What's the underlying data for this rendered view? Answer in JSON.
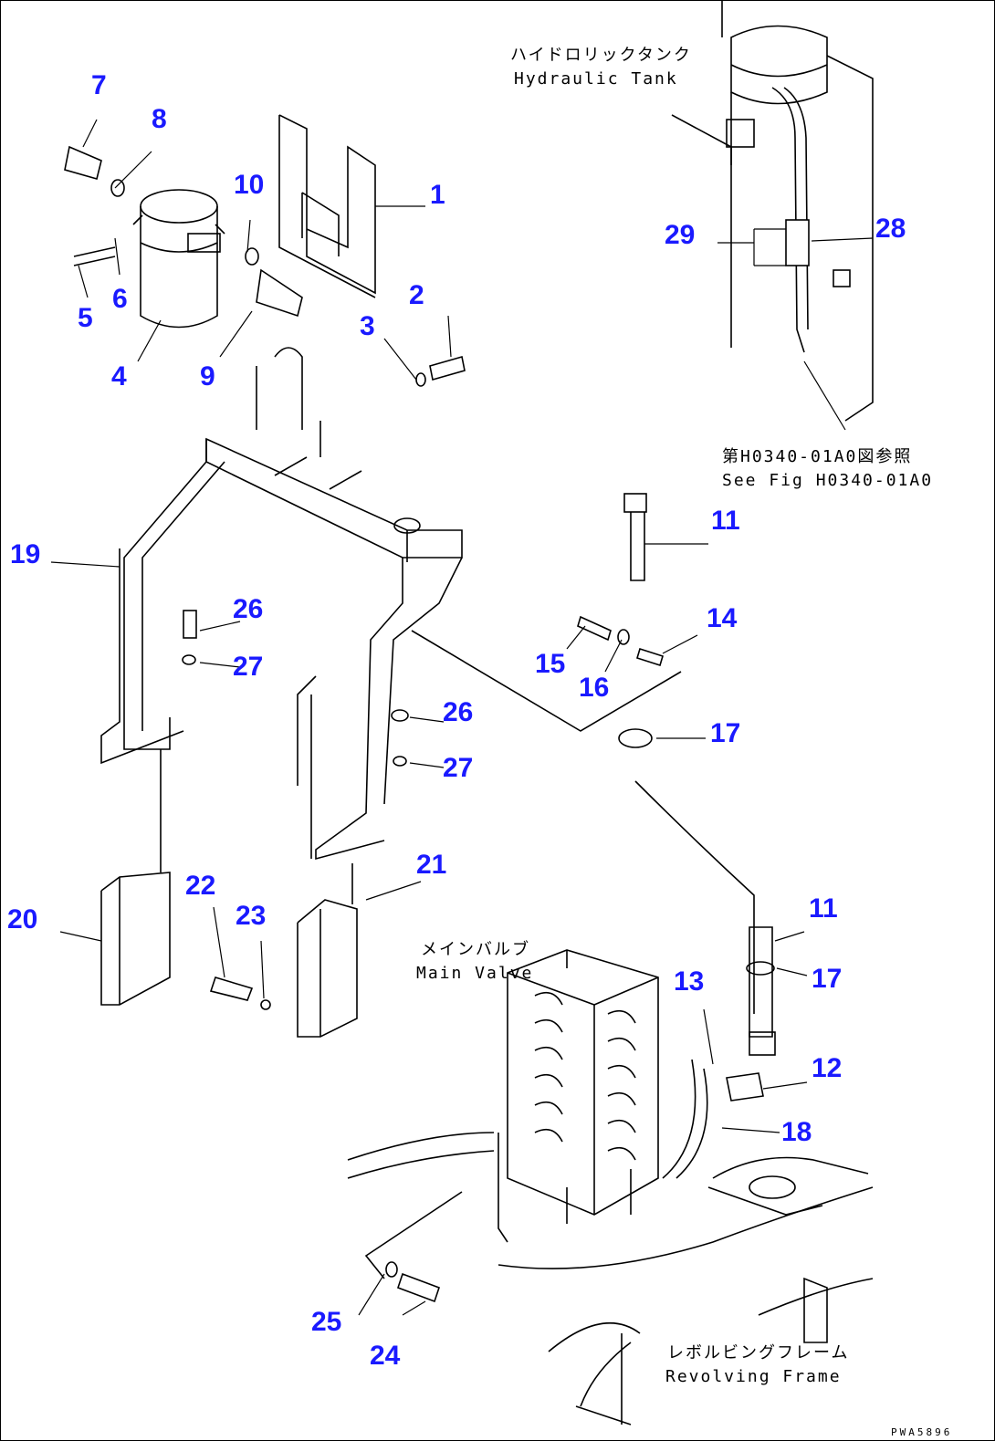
{
  "diagram": {
    "callouts": {
      "c1": "1",
      "c2": "2",
      "c3": "3",
      "c4": "4",
      "c5": "5",
      "c6": "6",
      "c7": "7",
      "c8": "8",
      "c9": "9",
      "c10": "10",
      "c11a": "11",
      "c11b": "11",
      "c12": "12",
      "c13": "13",
      "c14": "14",
      "c15": "15",
      "c16": "16",
      "c17a": "17",
      "c17b": "17",
      "c18": "18",
      "c19": "19",
      "c20": "20",
      "c21": "21",
      "c22": "22",
      "c23": "23",
      "c24": "24",
      "c25": "25",
      "c26a": "26",
      "c26b": "26",
      "c27a": "27",
      "c27b": "27",
      "c28": "28",
      "c29": "29"
    },
    "annotations": {
      "hydraulic_tank_jp": "ハイドロリックタンク",
      "hydraulic_tank_en": "Hydraulic Tank",
      "see_fig_jp": "第H0340-01A0図参照",
      "see_fig_en": "See Fig H0340-01A0",
      "main_valve_jp": "メインバルブ",
      "main_valve_en": "Main Valve",
      "revolving_frame_jp": "レボルビングフレーム",
      "revolving_frame_en": "Revolving Frame"
    },
    "drawing_code": "PWA5896",
    "callout_color": "#1a1aff"
  }
}
